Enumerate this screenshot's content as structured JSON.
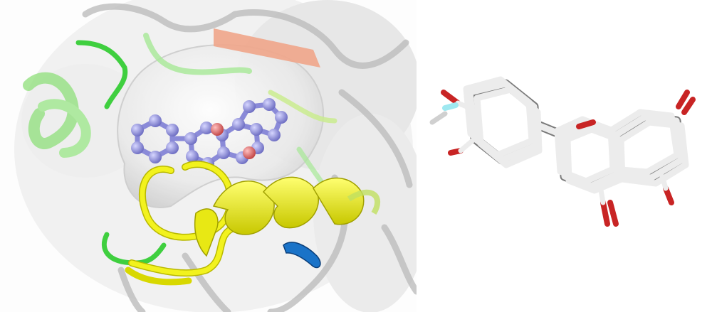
{
  "figure": {
    "panels": [
      {
        "id": "left",
        "content": "protein-ligand-complex"
      },
      {
        "id": "right",
        "content": "superimposed-ligand-conformations"
      }
    ]
  },
  "colors": {
    "surface": "#d9d9d9",
    "helix_yellow": "#f2f21e",
    "helix_green": "#8fe07a",
    "loop_green": "#3fcf3f",
    "strand_salmon": "#f0a58a",
    "ligand_carbon": "#8a8ad8",
    "ligand_oxygen": "#e05a5a",
    "stick_carbon": "#e6e6e6",
    "stick_oxygen": "#d83a3a",
    "stick_fluorine": "#9fe8f0",
    "blue_terminus": "#1a73c8"
  }
}
